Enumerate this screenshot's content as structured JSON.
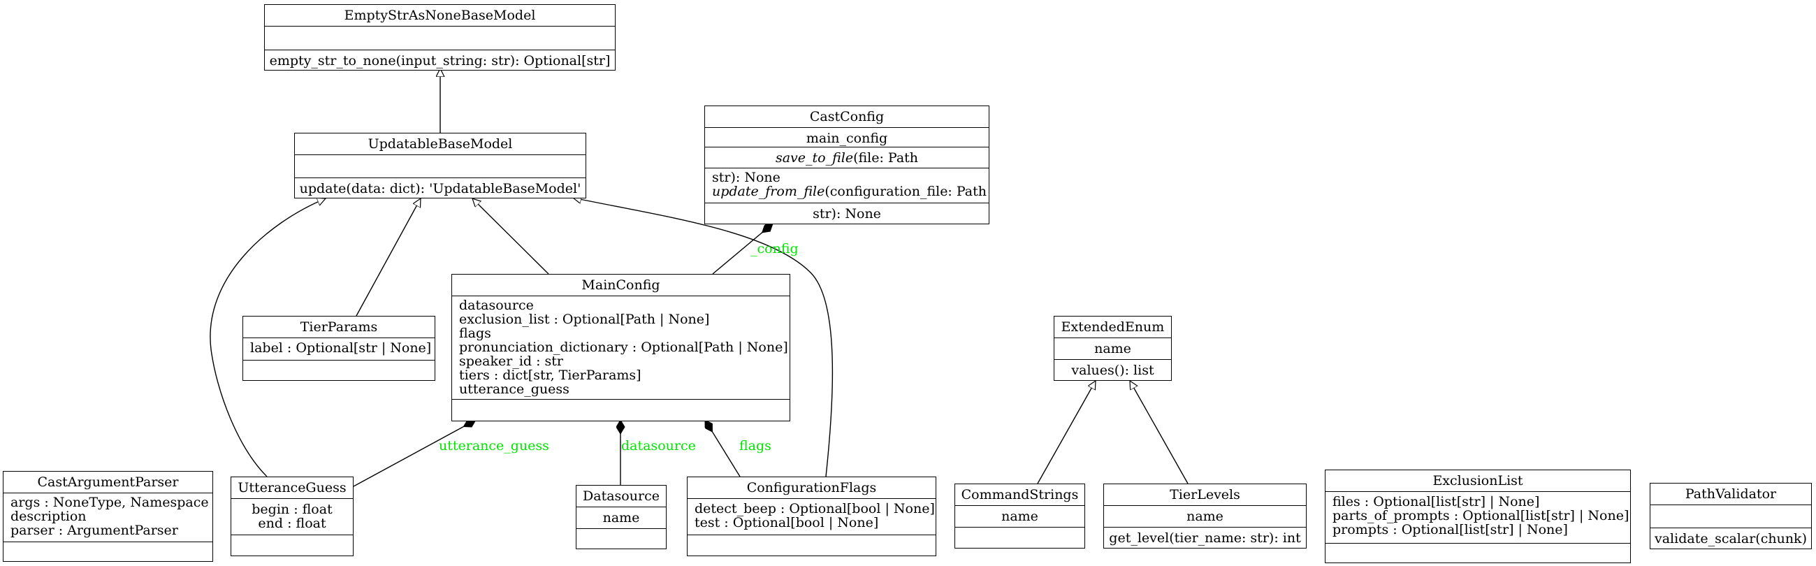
{
  "classes": {
    "empty_str": {
      "name": "EmptyStrAsNoneBaseModel",
      "methods": [
        "empty_str_to_none(input_string: str): Optional[str]"
      ]
    },
    "updatable": {
      "name": "UpdatableBaseModel",
      "methods": [
        "update(data: dict): 'UpdatableBaseModel'"
      ]
    },
    "cast_config": {
      "name": "CastConfig",
      "attr": "main_config",
      "method1_italic": "save_to_file",
      "method1_rest": "(file: Path",
      "method2_line1": "str): None",
      "method2_italic": "update_from_file",
      "method2_rest": "(configuration_file: Path",
      "method2_line3": "str): None"
    },
    "main_config": {
      "name": "MainConfig",
      "attrs": [
        "datasource",
        "exclusion_list : Optional[Path | None]",
        "flags",
        "pronunciation_dictionary : Optional[Path | None]",
        "speaker_id : str",
        "tiers : dict[str, TierParams]",
        "utterance_guess"
      ]
    },
    "tier_params": {
      "name": "TierParams",
      "attrs": [
        "label : Optional[str | None]"
      ]
    },
    "extended_enum": {
      "name": "ExtendedEnum",
      "attrs": [
        "name"
      ],
      "methods": [
        "values(): list"
      ]
    },
    "cast_argument_parser": {
      "name": "CastArgumentParser",
      "attrs": [
        "args : NoneType, Namespace",
        "description",
        "parser : ArgumentParser"
      ]
    },
    "utterance_guess": {
      "name": "UtteranceGuess",
      "attrs": [
        "begin : float",
        "end : float"
      ]
    },
    "datasource": {
      "name": "Datasource",
      "attrs": [
        "name"
      ]
    },
    "configuration_flags": {
      "name": "ConfigurationFlags",
      "attrs": [
        "detect_beep : Optional[bool | None]",
        "test : Optional[bool | None]"
      ]
    },
    "command_strings": {
      "name": "CommandStrings",
      "attrs": [
        "name"
      ]
    },
    "tier_levels": {
      "name": "TierLevels",
      "attrs": [
        "name"
      ],
      "methods": [
        "get_level(tier_name: str): int"
      ]
    },
    "exclusion_list": {
      "name": "ExclusionList",
      "attrs": [
        "files : Optional[list[str] | None]",
        "parts_of_prompts : Optional[list[str] | None]",
        "prompts : Optional[list[str] | None]"
      ]
    },
    "path_validator": {
      "name": "PathValidator",
      "methods": [
        "validate_scalar(chunk)"
      ]
    }
  },
  "edge_labels": {
    "config": "_config",
    "utterance_guess": "utterance_guess",
    "datasource": "datasource",
    "flags": "flags"
  },
  "colors": {
    "edge_label": "#00e600",
    "line": "#000000"
  }
}
